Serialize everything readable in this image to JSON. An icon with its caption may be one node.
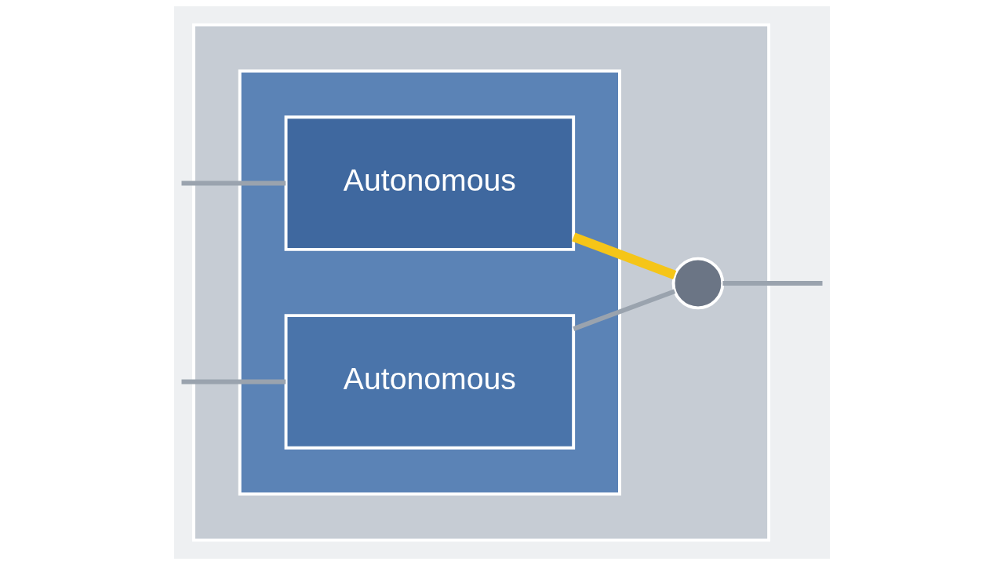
{
  "diagram": {
    "nodes": [
      {
        "text": [],
        "shape": "box"
      },
      {
        "text": [],
        "shape": "box",
        "in": 0
      },
      {
        "text": [
          "Autonomous"
        ],
        "in": 1
      },
      {
        "text": [
          "Autonomous"
        ],
        "in": 1
      },
      {
        "text": [],
        "shape": "circle",
        "in": 0
      }
    ],
    "edges": [
      {
        "from": null,
        "to": 2,
        "arrow": "none"
      },
      {
        "from": null,
        "to": 3,
        "arrow": "none"
      },
      {
        "from": 2,
        "to": 4,
        "arrow": "none",
        "style": "thick",
        "color": "#f5c518"
      },
      {
        "from": 3,
        "to": 4,
        "arrow": "none"
      },
      {
        "from": 4,
        "to": null,
        "arrow": "none"
      }
    ]
  }
}
